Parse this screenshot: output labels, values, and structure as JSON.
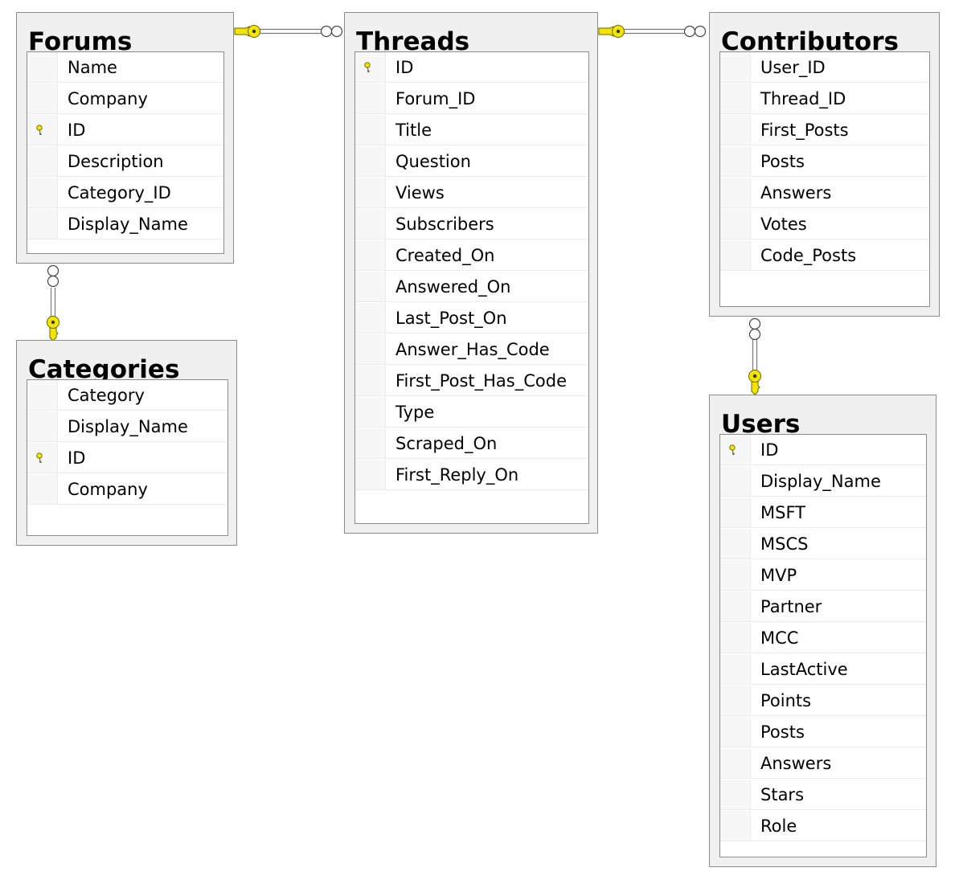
{
  "diagram": {
    "tables": [
      {
        "key": "forums",
        "title": "Forums",
        "columns": [
          {
            "name": "Name",
            "primary_key": false
          },
          {
            "name": "Company",
            "primary_key": false
          },
          {
            "name": "ID",
            "primary_key": true
          },
          {
            "name": "Description",
            "primary_key": false
          },
          {
            "name": "Category_ID",
            "primary_key": false
          },
          {
            "name": "Display_Name",
            "primary_key": false
          }
        ]
      },
      {
        "key": "categories",
        "title": "Categories",
        "columns": [
          {
            "name": "Category",
            "primary_key": false
          },
          {
            "name": "Display_Name",
            "primary_key": false
          },
          {
            "name": "ID",
            "primary_key": true
          },
          {
            "name": "Company",
            "primary_key": false
          }
        ]
      },
      {
        "key": "threads",
        "title": "Threads",
        "columns": [
          {
            "name": "ID",
            "primary_key": true
          },
          {
            "name": "Forum_ID",
            "primary_key": false
          },
          {
            "name": "Title",
            "primary_key": false
          },
          {
            "name": "Question",
            "primary_key": false
          },
          {
            "name": "Views",
            "primary_key": false
          },
          {
            "name": "Subscribers",
            "primary_key": false
          },
          {
            "name": "Created_On",
            "primary_key": false
          },
          {
            "name": "Answered_On",
            "primary_key": false
          },
          {
            "name": "Last_Post_On",
            "primary_key": false
          },
          {
            "name": "Answer_Has_Code",
            "primary_key": false
          },
          {
            "name": "First_Post_Has_Code",
            "primary_key": false
          },
          {
            "name": "Type",
            "primary_key": false
          },
          {
            "name": "Scraped_On",
            "primary_key": false
          },
          {
            "name": "First_Reply_On",
            "primary_key": false
          }
        ]
      },
      {
        "key": "contributors",
        "title": "Contributors",
        "columns": [
          {
            "name": "User_ID",
            "primary_key": false
          },
          {
            "name": "Thread_ID",
            "primary_key": false
          },
          {
            "name": "First_Posts",
            "primary_key": false
          },
          {
            "name": "Posts",
            "primary_key": false
          },
          {
            "name": "Answers",
            "primary_key": false
          },
          {
            "name": "Votes",
            "primary_key": false
          },
          {
            "name": "Code_Posts",
            "primary_key": false
          }
        ]
      },
      {
        "key": "users",
        "title": "Users",
        "columns": [
          {
            "name": "ID",
            "primary_key": true
          },
          {
            "name": "Display_Name",
            "primary_key": false
          },
          {
            "name": "MSFT",
            "primary_key": false
          },
          {
            "name": "MSCS",
            "primary_key": false
          },
          {
            "name": "MVP",
            "primary_key": false
          },
          {
            "name": "Partner",
            "primary_key": false
          },
          {
            "name": "MCC",
            "primary_key": false
          },
          {
            "name": "LastActive",
            "primary_key": false
          },
          {
            "name": "Points",
            "primary_key": false
          },
          {
            "name": "Posts",
            "primary_key": false
          },
          {
            "name": "Answers",
            "primary_key": false
          },
          {
            "name": "Stars",
            "primary_key": false
          },
          {
            "name": "Role",
            "primary_key": false
          }
        ]
      }
    ],
    "relationships": [
      {
        "one": "categories",
        "many": "forums"
      },
      {
        "one": "forums",
        "many": "threads"
      },
      {
        "one": "threads",
        "many": "contributors"
      },
      {
        "one": "users",
        "many": "contributors"
      }
    ],
    "colors": {
      "key": "#f2e600",
      "key_outline": "#6b6400",
      "line": "#7a7a7a",
      "table_border": "#8c8c8c",
      "table_background": "#f0f0f0"
    }
  }
}
